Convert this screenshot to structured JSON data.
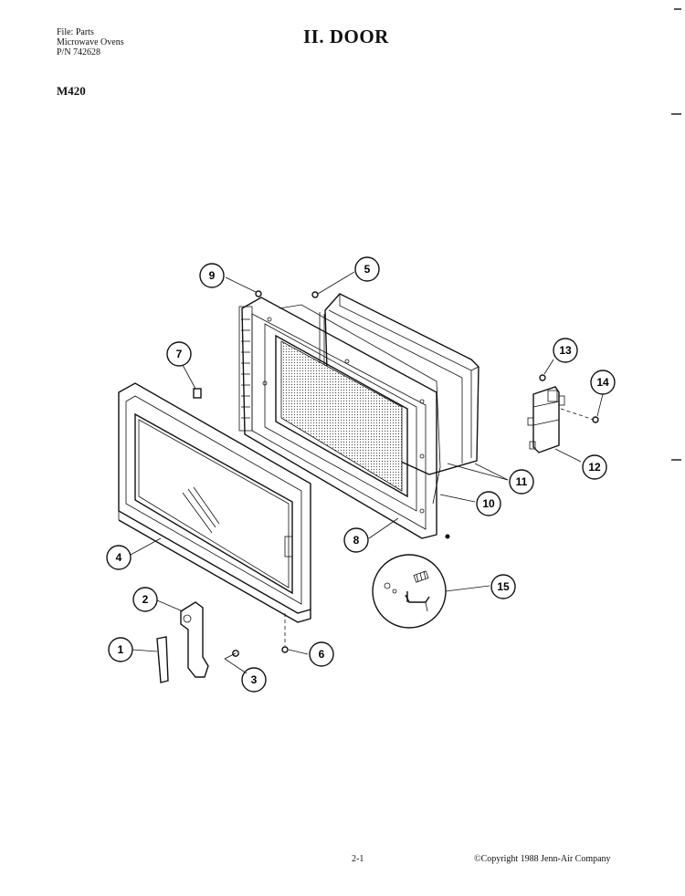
{
  "header": {
    "file_line": "File: Parts",
    "category_line": "Microwave Ovens",
    "pn_line": "P/N 742628"
  },
  "title": "II.  DOOR",
  "model": "M420",
  "footer": {
    "page_number": "2-1",
    "copyright": "©Copyright 1988 Jenn-Air Company"
  },
  "callouts": [
    {
      "id": "c1",
      "label": "1"
    },
    {
      "id": "c2",
      "label": "2"
    },
    {
      "id": "c3",
      "label": "3"
    },
    {
      "id": "c4",
      "label": "4"
    },
    {
      "id": "c5",
      "label": "5"
    },
    {
      "id": "c6",
      "label": "6"
    },
    {
      "id": "c7",
      "label": "7"
    },
    {
      "id": "c8",
      "label": "8"
    },
    {
      "id": "c9",
      "label": "9"
    },
    {
      "id": "c10",
      "label": "10"
    },
    {
      "id": "c11",
      "label": "11"
    },
    {
      "id": "c12",
      "label": "12"
    },
    {
      "id": "c13",
      "label": "13"
    },
    {
      "id": "c14",
      "label": "14"
    },
    {
      "id": "c15",
      "label": "15"
    }
  ]
}
